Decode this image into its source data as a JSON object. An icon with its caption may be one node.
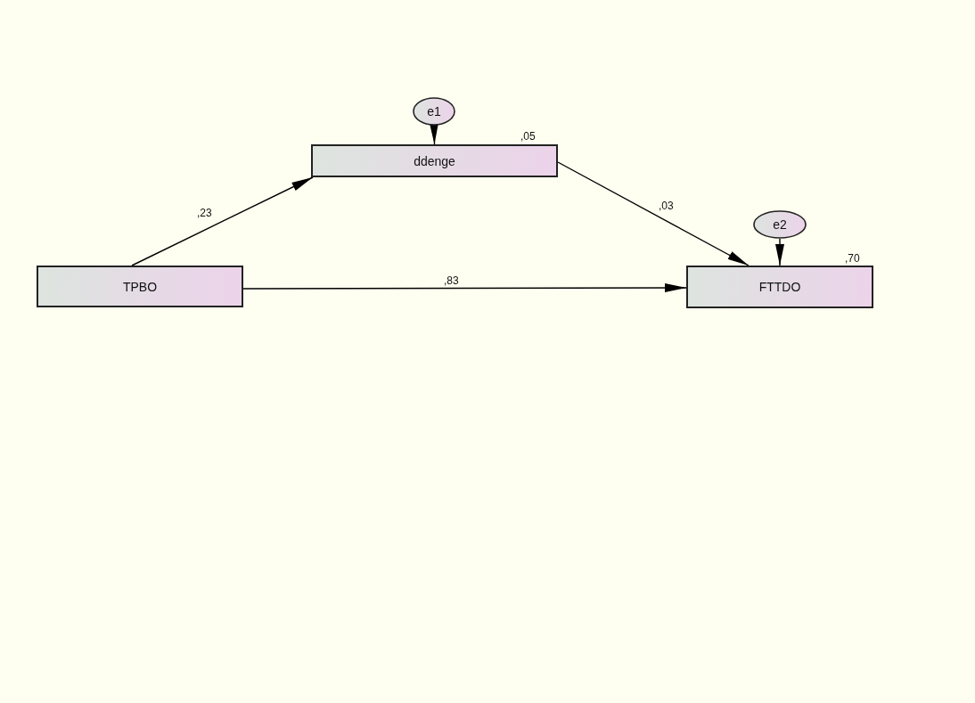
{
  "diagram": {
    "nodes": [
      {
        "text": [
          "e1"
        ]
      },
      {
        "text": [
          "ddenge"
        ],
        "beside": [
          ",05"
        ]
      },
      {
        "text": [
          "e2"
        ]
      },
      {
        "text": [
          "TPBO"
        ]
      },
      {
        "text": [
          "FTTDO"
        ],
        "beside": [
          ",70"
        ]
      }
    ],
    "edges": [
      {
        "from": 0,
        "to": 1,
        "arrow": "to"
      },
      {
        "from": 3,
        "to": 1,
        "arrow": "to",
        "label": ",23"
      },
      {
        "from": 1,
        "to": 4,
        "arrow": "to",
        "label": ",03"
      },
      {
        "from": 2,
        "to": 4,
        "arrow": "to"
      },
      {
        "from": 3,
        "to": 4,
        "arrow": "to",
        "label": ",83"
      }
    ]
  }
}
